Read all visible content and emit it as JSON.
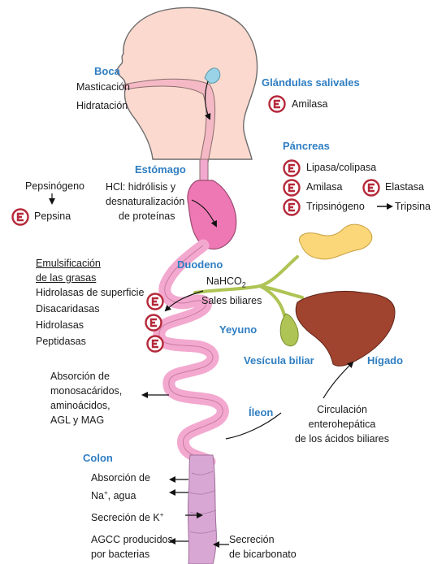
{
  "organs": {
    "boca": {
      "title": "Boca",
      "items": [
        "Masticación",
        "Hidratación"
      ]
    },
    "glandulas": {
      "title": "Glándulas salivales",
      "enzyme": "Amilasa"
    },
    "pancreas": {
      "title": "Páncreas",
      "lipasa": "Lipasa/colipasa",
      "amilasa": "Amilasa",
      "elastasa": "Elastasa",
      "tripsinogeno": "Tripsinógeno",
      "tripsina": "Tripsina"
    },
    "estomago": {
      "title": "Estómago",
      "lines": [
        "HCl: hidrólisis y",
        "desnaturalización",
        "de proteínas"
      ]
    },
    "pepsina": {
      "precursor": "Pepsinógeno",
      "enzyme": "Pepsina"
    },
    "duodeno": {
      "title": "Duodeno",
      "nahco": "NaHCO",
      "nahco_sub": "2",
      "sales": "Sales biliares"
    },
    "intestino": {
      "emulsificacion_1": "Emulsificación",
      "emulsificacion_2": "de las grasas",
      "items": [
        "Hidrolasas de superficie",
        "Disacaridasas",
        "Hidrolasas",
        "Peptidasas"
      ]
    },
    "yeyuno": {
      "title": "Yeyuno"
    },
    "vesicula": {
      "title": "Vesícula biliar"
    },
    "higado": {
      "title": "Hígado"
    },
    "absorcion": {
      "lines": [
        "Absorción de",
        "monosacáridos,",
        "aminoácidos,",
        "AGL y MAG"
      ]
    },
    "ileon": {
      "title": "Íleon"
    },
    "circulacion": {
      "lines": [
        "Circulación",
        "enterohepática",
        "de los ácidos biliares"
      ]
    },
    "colon": {
      "title": "Colon",
      "absorcion_1": "Absorción de",
      "absorcion_2_pre": "Na",
      "absorcion_2_sup": "+",
      "absorcion_2_post": ", agua",
      "secrecion_k": "Secreción de K",
      "secrecion_k_sup": "+",
      "agcc_1": "AGCC producidos",
      "agcc_2": "por bacterias",
      "secrecion_bic_1": "Secreción",
      "secrecion_bic_2": "de bicarbonato"
    }
  },
  "colors": {
    "skin": "#fbd9cf",
    "tract": "#f3a9cf",
    "stomach": "#ee78b4",
    "colon": "#d9a7d3",
    "liver": "#a0432f",
    "pancreas": "#fbd77a",
    "bile": "#aec454",
    "enzyme": "#b5293a",
    "label": "#2f7ec2"
  },
  "icons": {
    "enzyme": "enzyme-icon"
  }
}
